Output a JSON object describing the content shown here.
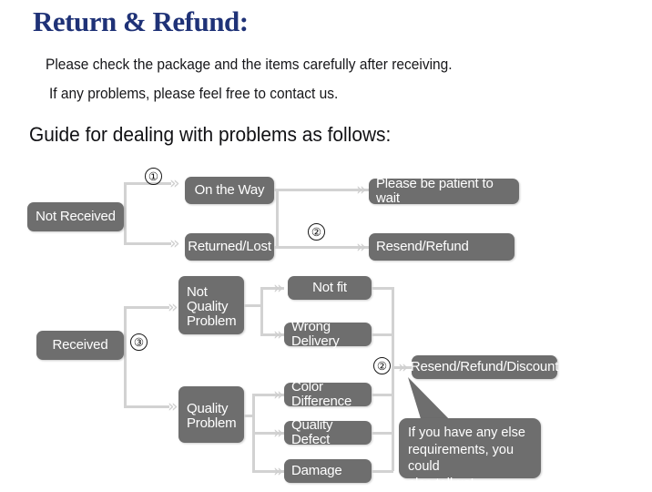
{
  "header": {
    "title": "Return & Refund:",
    "line1": "Please check the package and the items carefully after receiving.",
    "line2": "If any problems, please feel free to contact us.",
    "guide": "Guide for dealing with problems as follows:"
  },
  "colors": {
    "title": "#1f3277",
    "node_fill": "#6e6e6e",
    "node_text": "#ffffff",
    "connector": "#d2d2d2",
    "body_text": "#17171a"
  },
  "flow": {
    "steps": [
      "①",
      "②",
      "③",
      "②"
    ],
    "nodes": {
      "not_received": "Not Received",
      "on_the_way": "On the Way",
      "returned_lost": "Returned/Lost",
      "please_wait": "Please be patient to wait",
      "resend_refund": "Resend/Refund",
      "received": "Received",
      "not_quality_problem": "Not\nQuality\nProblem",
      "quality_problem": "Quality\nProblem",
      "not_fit": "Not fit",
      "wrong_delivery": "Wrong Delivery",
      "color_difference": "Color Difference",
      "quality_defect": "Quality Defect",
      "damage": "Damage",
      "resend_refund_discount": "Resend/Refund/Discount"
    },
    "callout": "If you have any else\nrequirements, you could\nalso tell us!",
    "arrow_glyph": "»"
  }
}
